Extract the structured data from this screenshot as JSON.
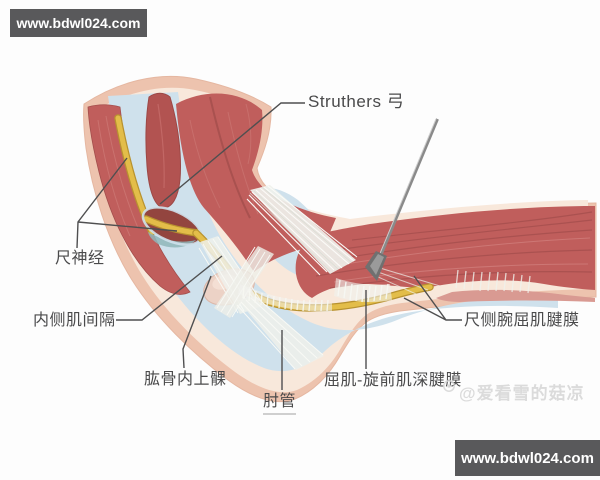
{
  "banners": {
    "top_left": "www.bdwl024.com",
    "bottom_right": "www.bdwl024.com"
  },
  "figure": {
    "labels": {
      "struthers_arch": "Struthers 弓",
      "ulnar_nerve": "尺神经",
      "medial_intermuscular_septum": "内侧肌间隔",
      "medial_epicondyle_of_humerus": "肱骨内上髁",
      "cubital_tunnel": "肘管",
      "flexor_pronator_deep_aponeurosis": "屈肌-旋前肌深腱膜",
      "flexor_carpi_ulnaris_aponeurosis": "尺侧腕屈肌腱膜"
    }
  },
  "watermark": {
    "text": "@爱看雪的菇凉"
  },
  "colors": {
    "muscle": "#c05e5c",
    "muscle_dark": "#a34e4c",
    "muscle_deep": "#93453f",
    "fascia": "#cfe1ec",
    "nerve": "#e3bd49",
    "nerve_dark": "#b8922f",
    "skin": "#edc3ae",
    "skin_light": "#f8e8db",
    "tendon": "#f0f2ec",
    "bone": "#ecd2c6",
    "probe": "#8a8a8a",
    "line": "#4f4f50",
    "text": "#4a4a4b",
    "banner_bg": "#59595b",
    "banner_fg": "#ffffff",
    "watermark": "#d8d8d8"
  }
}
